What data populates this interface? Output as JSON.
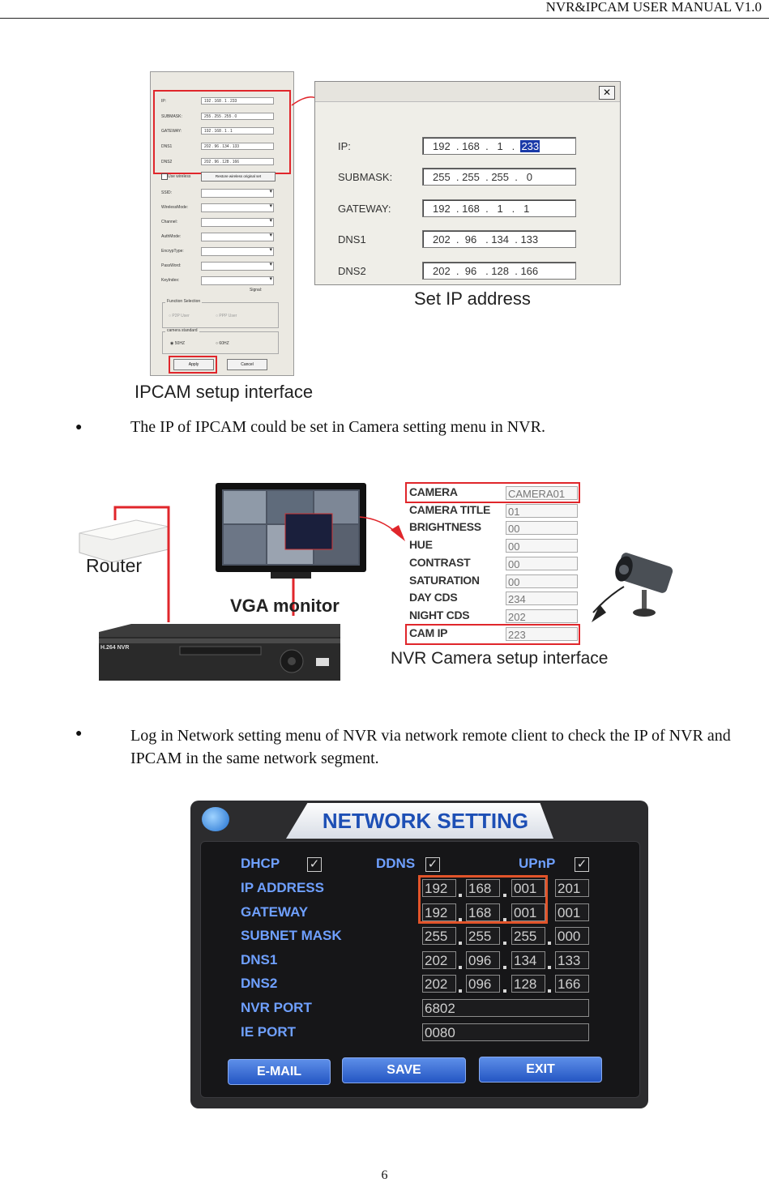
{
  "header": {
    "title": "NVR&IPCAM USER MANUAL V1.0"
  },
  "figure1": {
    "small_window": {
      "fields": [
        {
          "label": "IP:",
          "value": "192 . 168 . 1 . 233"
        },
        {
          "label": "SUBMASK:",
          "value": "255 . 255 . 255 . 0"
        },
        {
          "label": "GATEWAY:",
          "value": "192 . 168 . 1 . 1"
        },
        {
          "label": "DNS1",
          "value": "202 . 96 . 134 . 133"
        },
        {
          "label": "DNS2",
          "value": "202 . 96 . 128 . 166"
        }
      ],
      "wireless_check": "Use wireless",
      "restore_button": "Restore wireless original set",
      "wireless_labels": [
        "SSID:",
        "WirelessMode:",
        "Channel:",
        "AuthMode:",
        "EncrypType:",
        "PassWord:",
        "KeyIndex:"
      ],
      "signal_label": "Signal:",
      "function_group": "Function Selection",
      "function_opts": [
        "P2P User",
        "PPP User"
      ],
      "standard_group": "camera standard",
      "standard_opts": [
        "50HZ",
        "60HZ"
      ],
      "apply_button": "Apply",
      "cancel_button": "Cancel"
    },
    "big_window": {
      "close_label": "✕",
      "fields": [
        {
          "label": "IP:",
          "octets": [
            "192",
            "168",
            "1"
          ],
          "selected": "233"
        },
        {
          "label": "SUBMASK:",
          "octets": [
            "255",
            "255",
            "255",
            "0"
          ]
        },
        {
          "label": "GATEWAY:",
          "octets": [
            "192",
            "168",
            "1",
            "1"
          ]
        },
        {
          "label": "DNS1",
          "octets": [
            "202",
            "96",
            "134",
            "133"
          ]
        },
        {
          "label": "DNS2",
          "octets": [
            "202",
            "96",
            "128",
            "166"
          ]
        }
      ]
    },
    "caption_set_ip": "Set IP address",
    "caption_ipcam": "IPCAM setup interface"
  },
  "bullet1": "The IP of IPCAM could be set in Camera setting menu in NVR.",
  "figure2": {
    "router_label": "Router",
    "monitor_label": "VGA monitor",
    "nvr_label": "H.264 NVR",
    "camera_rows": [
      {
        "key": "CAMERA",
        "value": "CAMERA01"
      },
      {
        "key": "CAMERA TITLE",
        "value": "01"
      },
      {
        "key": "BRIGHTNESS",
        "value": "00"
      },
      {
        "key": "HUE",
        "value": "00"
      },
      {
        "key": "CONTRAST",
        "value": "00"
      },
      {
        "key": "SATURATION",
        "value": "00"
      },
      {
        "key": "DAY CDS",
        "value": "234"
      },
      {
        "key": "NIGHT CDS",
        "value": "202"
      },
      {
        "key": "CAM IP",
        "value": "223"
      }
    ],
    "caption": "NVR Camera setup interface"
  },
  "bullet2": "Log in Network setting menu of NVR via network remote client to check the IP of NVR and IPCAM in the same network segment.",
  "figure3": {
    "title": "NETWORK SETTING",
    "dhcp": "DHCP",
    "ddns": "DDNS",
    "upnp": "UPnP",
    "check_mark": "✓",
    "rows": [
      {
        "label": "IP ADDRESS",
        "octets": [
          "192",
          "168",
          "001",
          "201"
        ]
      },
      {
        "label": "GATEWAY",
        "octets": [
          "192",
          "168",
          "001",
          "001"
        ]
      },
      {
        "label": "SUBNET MASK",
        "octets": [
          "255",
          "255",
          "255",
          "000"
        ]
      },
      {
        "label": "DNS1",
        "octets": [
          "202",
          "096",
          "134",
          "133"
        ]
      },
      {
        "label": "DNS2",
        "octets": [
          "202",
          "096",
          "128",
          "166"
        ]
      }
    ],
    "nvr_port_label": "NVR PORT",
    "nvr_port": "6802",
    "ie_port_label": "IE PORT",
    "ie_port": "0080",
    "buttons": {
      "email": "E-MAIL",
      "save": "SAVE",
      "exit": "EXIT"
    }
  },
  "page_number": "6"
}
